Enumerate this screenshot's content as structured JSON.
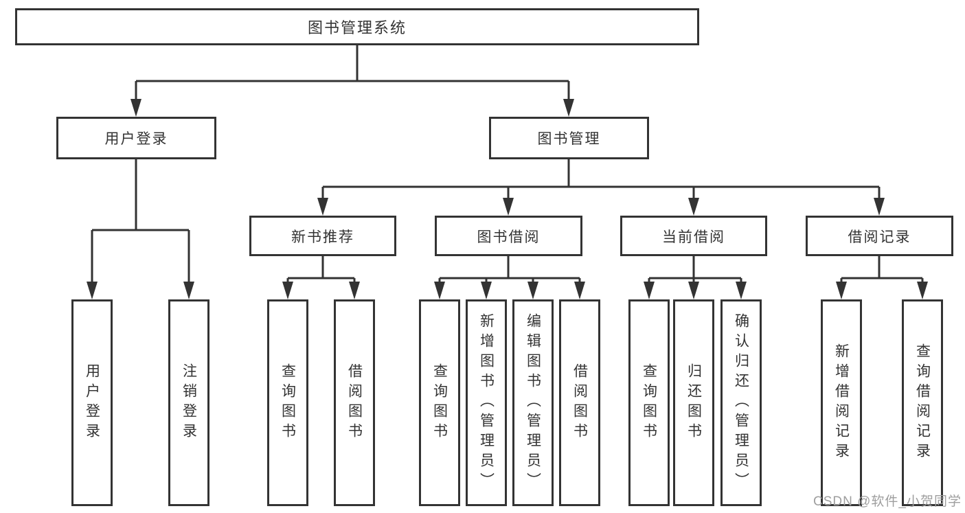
{
  "diagram": {
    "root": {
      "label": "图书管理系统"
    },
    "branches": {
      "login": {
        "label": "用户登录",
        "children": {
          "c1": {
            "label": "用户登录"
          },
          "c2": {
            "label": "注销登录"
          }
        }
      },
      "mgmt": {
        "label": "图书管理",
        "children": {
          "rec": {
            "label": "新书推荐",
            "children": {
              "c1": {
                "label": "查询图书"
              },
              "c2": {
                "label": "借阅图书"
              }
            }
          },
          "borrow": {
            "label": "图书借阅",
            "children": {
              "c1": {
                "label": "查询图书"
              },
              "c2": {
                "label": "新增图书（管理员）"
              },
              "c3": {
                "label": "编辑图书（管理员）"
              },
              "c4": {
                "label": "借阅图书"
              }
            }
          },
          "current": {
            "label": "当前借阅",
            "children": {
              "c1": {
                "label": "查询图书"
              },
              "c2": {
                "label": "归还图书"
              },
              "c3": {
                "label": "确认归还（管理员）"
              }
            }
          },
          "record": {
            "label": "借阅记录",
            "children": {
              "c1": {
                "label": "新增借阅记录"
              },
              "c2": {
                "label": "查询借阅记录"
              }
            }
          }
        }
      }
    }
  },
  "watermark": {
    "text": "CSDN @软件_小贺同学",
    "color": "#9e9e9e"
  },
  "colors": {
    "line": "#333333",
    "text": "#333333",
    "box_bg": "#ffffff"
  }
}
